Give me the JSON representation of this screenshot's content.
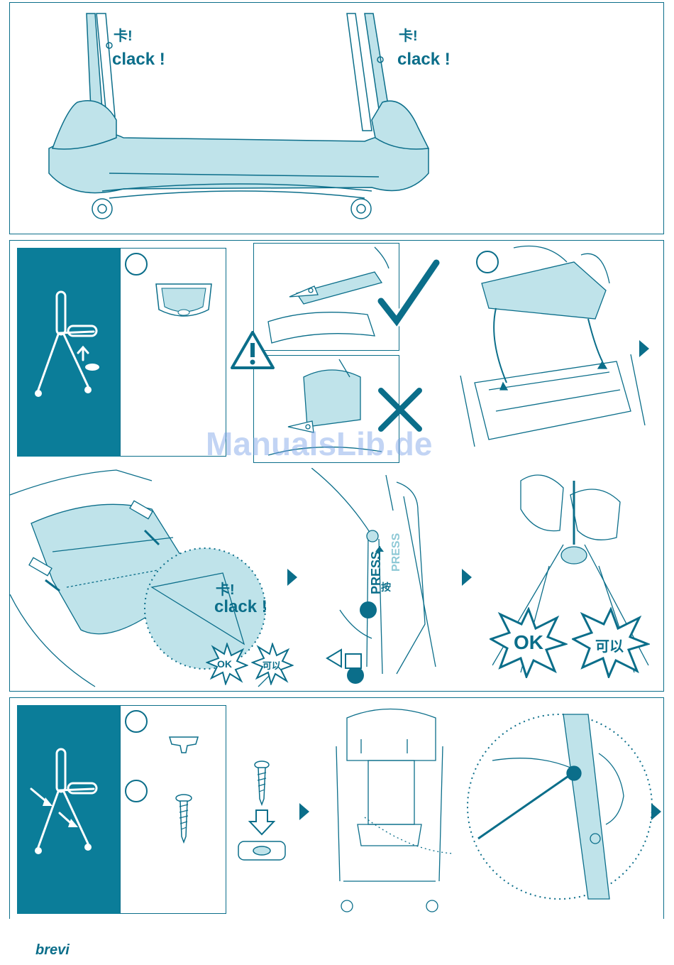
{
  "step1": {
    "left_label_cn": "卡!",
    "left_label": "clack !",
    "right_label_cn": "卡!",
    "right_label": "clack !"
  },
  "step2": {
    "clack_cn": "卡!",
    "clack": "clack !",
    "ok_small": "OK",
    "cn_small": "可以",
    "press_left": "PRESS",
    "press_right": "PRESS",
    "press_cn": "按",
    "ok_big": "OK",
    "cn_big": "可以"
  },
  "watermark": "ManualsLib.de",
  "brand": "brevi",
  "colors": {
    "accent": "#0b7d99",
    "line": "#0b6e8a",
    "fill_light": "#bfe3ea"
  },
  "icons": [
    "warning-icon",
    "check-icon",
    "cross-icon",
    "next-arrow-icon"
  ]
}
